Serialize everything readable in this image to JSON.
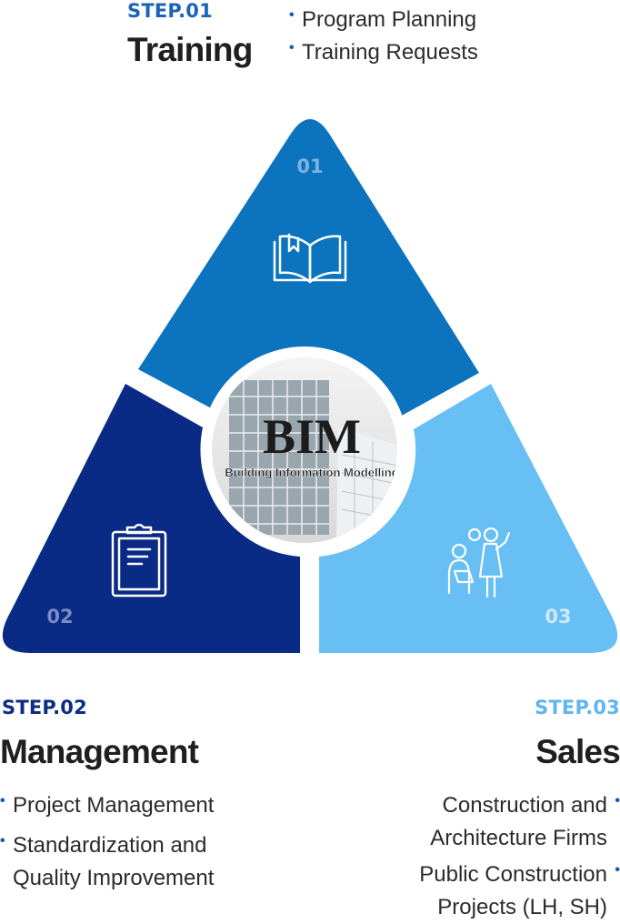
{
  "steps": [
    {
      "label": "STEP.01",
      "title": "Training",
      "number": "01",
      "icon": "open-book-icon",
      "color": "#0c74bf",
      "label_color": "#1a63b8",
      "items": [
        "Program Planning",
        "Training Requests"
      ]
    },
    {
      "label": "STEP.02",
      "title": "Management",
      "number": "02",
      "icon": "clipboard-icon",
      "color": "#0a2b85",
      "label_color": "#0c2d84",
      "items": [
        "Project Management",
        "Standardization and",
        "Quality Improvement"
      ]
    },
    {
      "label": "STEP.03",
      "title": "Sales",
      "number": "03",
      "icon": "presenter-audience-icon",
      "color": "#67bff3",
      "label_color": "#5fb5ee",
      "items": [
        "Construction and",
        "Architecture Firms",
        "Public Construction",
        "Projects (LH, SH)"
      ]
    }
  ],
  "center": {
    "title": "BIM",
    "subtitle": "Building Information Modelling"
  },
  "bullet_glyph": "•"
}
